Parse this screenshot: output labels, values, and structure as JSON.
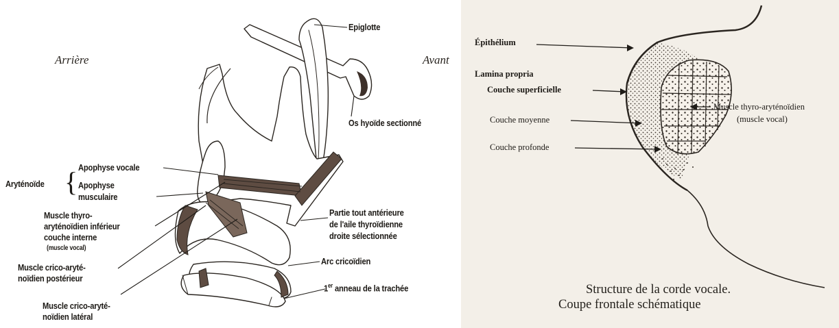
{
  "larynx_figure": {
    "direction_back": "Arrière",
    "direction_front": "Avant",
    "labels": {
      "epiglotte": "Epiglotte",
      "os_hyoide": "Os hyoïde sectionné",
      "arytenoide": "Aryténoïde",
      "apophyse_vocale": "Apophyse vocale",
      "apophyse_musculaire_1": "Apophyse",
      "apophyse_musculaire_2": "musculaire",
      "thyro_1": "Muscle thyro-",
      "thyro_2": "aryténoïdien inférieur",
      "thyro_3": "couche interne",
      "thyro_4": "(muscle vocal)",
      "crico_post_1": "Muscle crico-aryté-",
      "crico_post_2": "noïdien postérieur",
      "crico_lat_1": "Muscle crico-aryté-",
      "crico_lat_2": "noïdien latéral",
      "partie_1": "Partie tout antérieure",
      "partie_2": "de l'aile thyroïdienne",
      "partie_3": "droite sélectionnée",
      "arc": "Arc cricoïdien",
      "anneau_num": "1",
      "anneau_sup": "er",
      "anneau_rest": " anneau de la trachée"
    }
  },
  "vocal_cord_figure": {
    "labels": {
      "epithelium": "Épithélium",
      "lamina": "Lamina propria",
      "superficielle": "Couche superficielle",
      "moyenne": "Couche moyenne",
      "profonde": "Couche profonde",
      "muscle_1": "Muscle thyro-aryténoïdien",
      "muscle_2": "(muscle vocal)"
    },
    "caption_line1": "Structure de la corde vocale.",
    "caption_line2": "Coupe frontale schématique"
  },
  "colors": {
    "ink": "#2a2520",
    "muscle": "#5e4c42",
    "paper_right": "#f3efe8"
  }
}
